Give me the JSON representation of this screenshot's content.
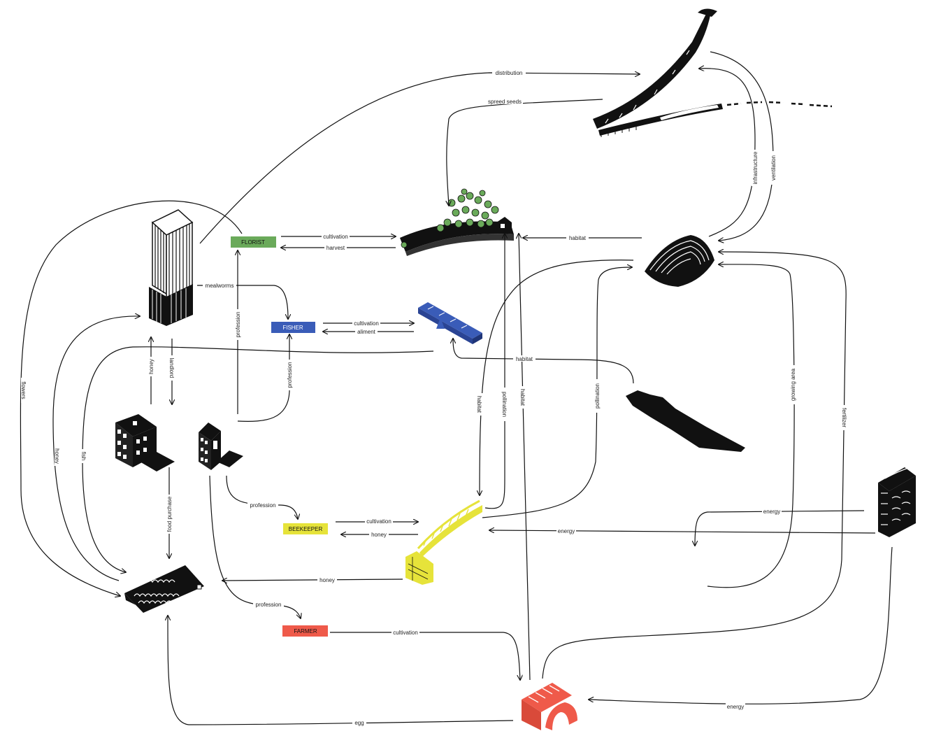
{
  "actors": {
    "florist": {
      "label": "FLORIST",
      "color": "#6aaa5a"
    },
    "fisher": {
      "label": "FISHER",
      "color": "#3a5cb8"
    },
    "beekeeper": {
      "label": "BEEKEEPER",
      "color": "#e6e33a"
    },
    "farmer": {
      "label": "FARMER",
      "color": "#ef5a4a"
    }
  },
  "edge_labels": {
    "distribution": "distribution",
    "spreed_seeds": "spreed seeds",
    "infrastructure": "infrastructure",
    "ventilation": "ventilation",
    "cultivation_florist": "cultivation",
    "harvest": "harvest",
    "habitat_garden": "habitat",
    "mealworms": "mealworms",
    "cultivation_fisher": "cultivation",
    "aliment": "aliment",
    "habitat_bridge": "habitat",
    "profession_florist": "profession",
    "profession_fisher": "profession",
    "honey_up": "honey",
    "landlord": "landlord",
    "flowers": "flowers",
    "honey_left": "honey",
    "fish": "fish",
    "food_purchase": "food purchase",
    "profession_beekeeper": "profession",
    "cultivation_beekeeper": "cultivation",
    "honey_beekeeper": "honey",
    "habitat_v1": "habitat",
    "pollination_v1": "pollination",
    "habitat_v2": "habitat",
    "pollination_v2": "pollination",
    "growing_area": "growing area",
    "fertilizer": "fertilizer",
    "energy_top": "energy",
    "energy_mid": "energy",
    "honey_market": "honey",
    "profession_farmer": "profession",
    "cultivation_farmer": "cultivation",
    "egg": "egg",
    "energy_bottom": "energy"
  },
  "colors": {
    "ink": "#111111",
    "green_tree": "#6aaa5a",
    "blue_bridge": "#3a5cb8",
    "yellow_hive": "#e6e33a",
    "red_farm": "#ef5a4a"
  }
}
